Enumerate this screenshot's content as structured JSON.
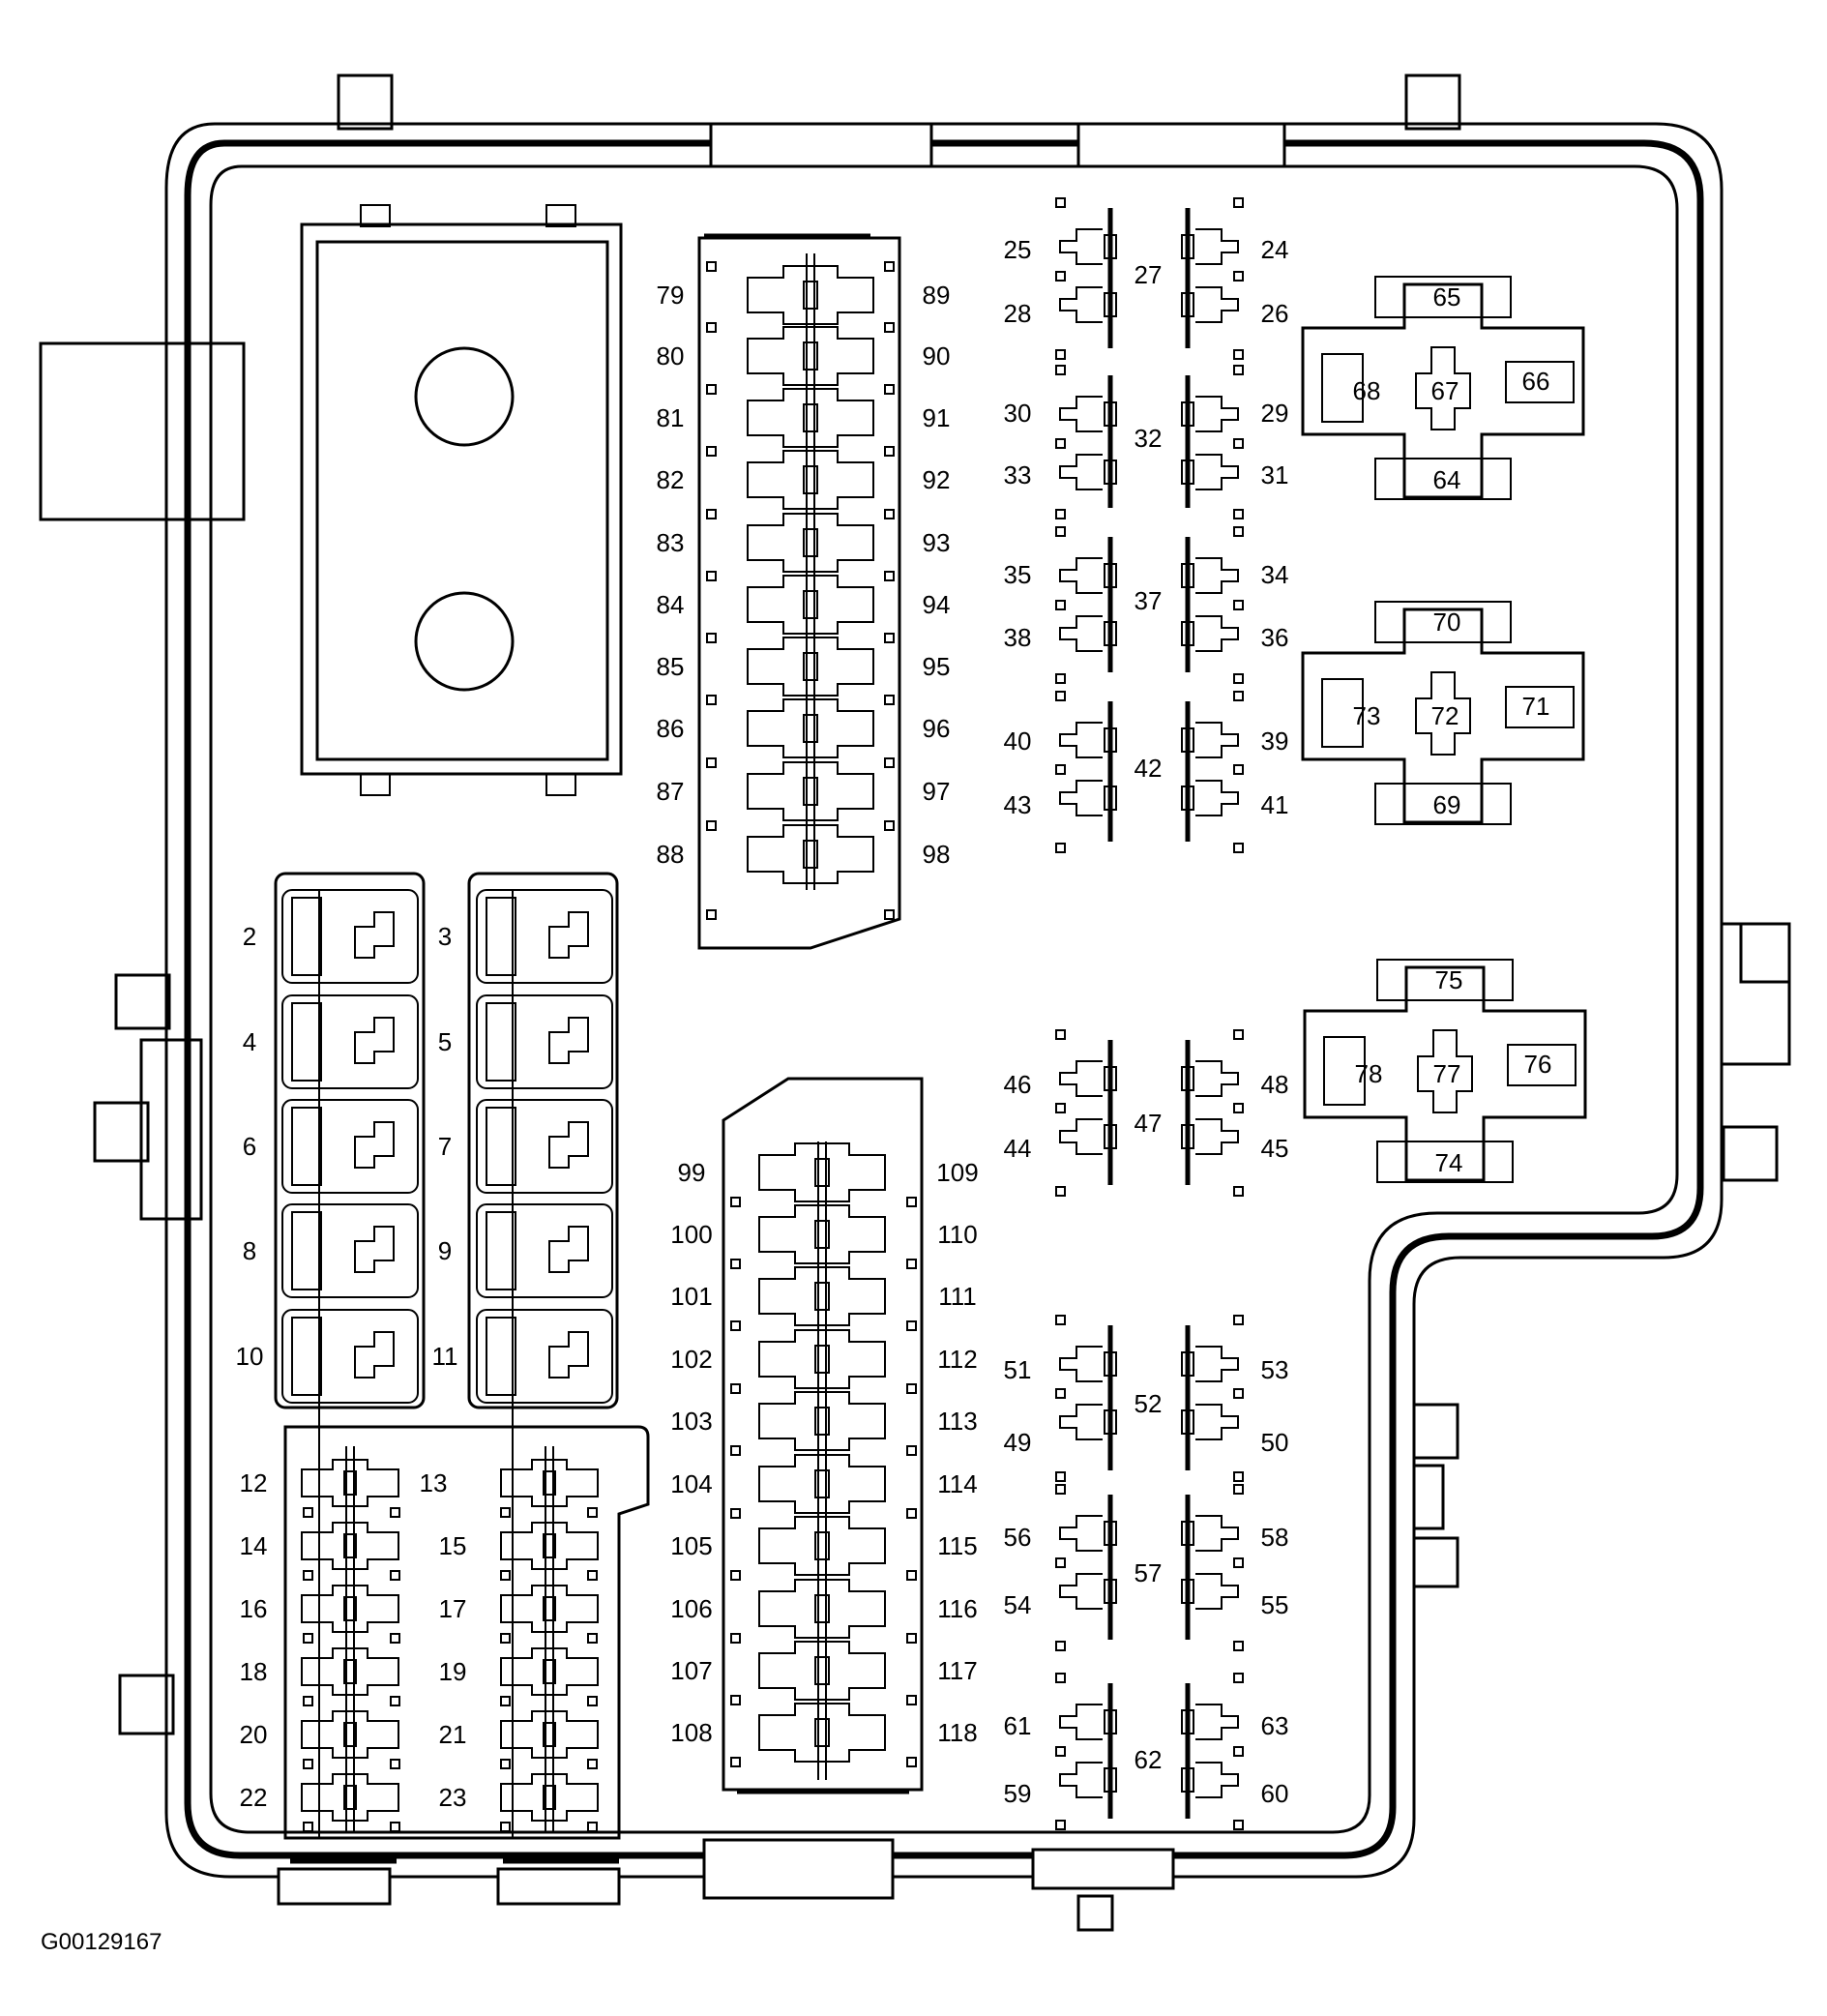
{
  "figure_code": "G00129167",
  "labels": {
    "2": "2",
    "3": "3",
    "4": "4",
    "5": "5",
    "6": "6",
    "7": "7",
    "8": "8",
    "9": "9",
    "10": "10",
    "11": "11",
    "12": "12",
    "13": "13",
    "14": "14",
    "15": "15",
    "16": "16",
    "17": "17",
    "18": "18",
    "19": "19",
    "20": "20",
    "21": "21",
    "22": "22",
    "23": "23",
    "24": "24",
    "25": "25",
    "26": "26",
    "27": "27",
    "28": "28",
    "29": "29",
    "30": "30",
    "31": "31",
    "32": "32",
    "33": "33",
    "34": "34",
    "35": "35",
    "36": "36",
    "37": "37",
    "38": "38",
    "39": "39",
    "40": "40",
    "41": "41",
    "42": "42",
    "43": "43",
    "44": "44",
    "45": "45",
    "46": "46",
    "47": "47",
    "48": "48",
    "49": "49",
    "50": "50",
    "51": "51",
    "52": "52",
    "53": "53",
    "54": "54",
    "55": "55",
    "56": "56",
    "57": "57",
    "58": "58",
    "59": "59",
    "60": "60",
    "61": "61",
    "62": "62",
    "63": "63",
    "64": "64",
    "65": "65",
    "66": "66",
    "67": "67",
    "68": "68",
    "69": "69",
    "70": "70",
    "71": "71",
    "72": "72",
    "73": "73",
    "74": "74",
    "75": "75",
    "76": "76",
    "77": "77",
    "78": "78",
    "79": "79",
    "80": "80",
    "81": "81",
    "82": "82",
    "83": "83",
    "84": "84",
    "85": "85",
    "86": "86",
    "87": "87",
    "88": "88",
    "89": "89",
    "90": "90",
    "91": "91",
    "92": "92",
    "93": "93",
    "94": "94",
    "95": "95",
    "96": "96",
    "97": "97",
    "98": "98",
    "99": "99",
    "100": "100",
    "101": "101",
    "102": "102",
    "103": "103",
    "104": "104",
    "105": "105",
    "106": "106",
    "107": "107",
    "108": "108",
    "109": "109",
    "110": "110",
    "111": "111",
    "112": "112",
    "113": "113",
    "114": "114",
    "115": "115",
    "116": "116",
    "117": "117",
    "118": "118"
  }
}
